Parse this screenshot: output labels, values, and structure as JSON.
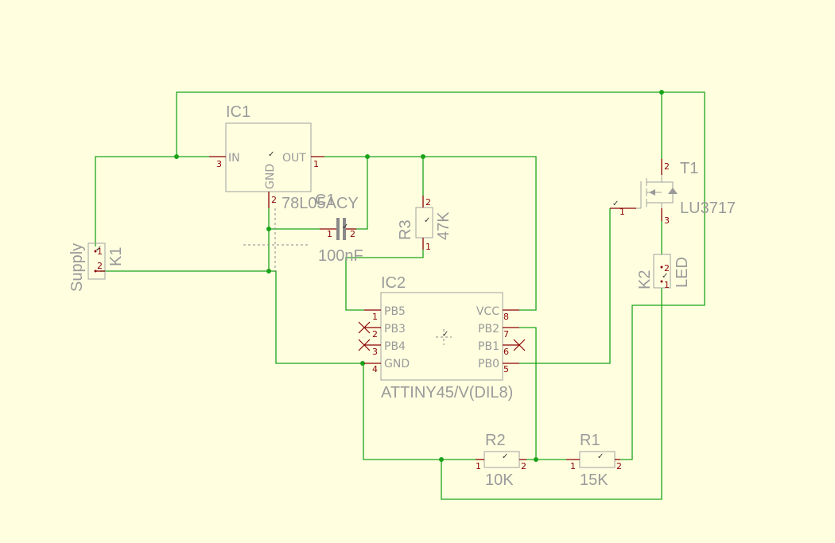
{
  "colors": {
    "background": "#ffffe0",
    "wire": "#1aa31a",
    "pin": "#8b0000",
    "label": "#9a9a9a"
  },
  "components": {
    "ic1": {
      "name": "IC1",
      "value": "78L05ACY",
      "pins": {
        "in": "IN",
        "out": "OUT",
        "gnd": "GND",
        "n3": "3",
        "n1": "1",
        "n2": "2"
      }
    },
    "c1": {
      "name": "C1",
      "value": "100nF",
      "n1": "1",
      "n2": "2"
    },
    "r3": {
      "name": "R3",
      "value": "47K",
      "n1": "1",
      "n2": "2"
    },
    "k1": {
      "name": "K1",
      "value": "Supply",
      "n1": "1",
      "n2": "2"
    },
    "ic2": {
      "name": "IC2",
      "value": "ATTINY45/V(DIL8)",
      "left_pins": [
        "PB5",
        "PB3",
        "PB4",
        "GND"
      ],
      "left_nums": [
        "1",
        "2",
        "3",
        "4"
      ],
      "right_pins": [
        "VCC",
        "PB2",
        "PB1",
        "PB0"
      ],
      "right_nums": [
        "8",
        "7",
        "6",
        "5"
      ]
    },
    "t1": {
      "name": "T1",
      "value": "LU3717",
      "n1": "1",
      "n2": "2",
      "n3": "3"
    },
    "k2": {
      "name": "K2",
      "value": "LED",
      "n1": "1",
      "n2": "2"
    },
    "r2": {
      "name": "R2",
      "value": "10K",
      "n1": "1",
      "n2": "2"
    },
    "r1": {
      "name": "R1",
      "value": "15K",
      "n1": "1",
      "n2": "2"
    }
  }
}
